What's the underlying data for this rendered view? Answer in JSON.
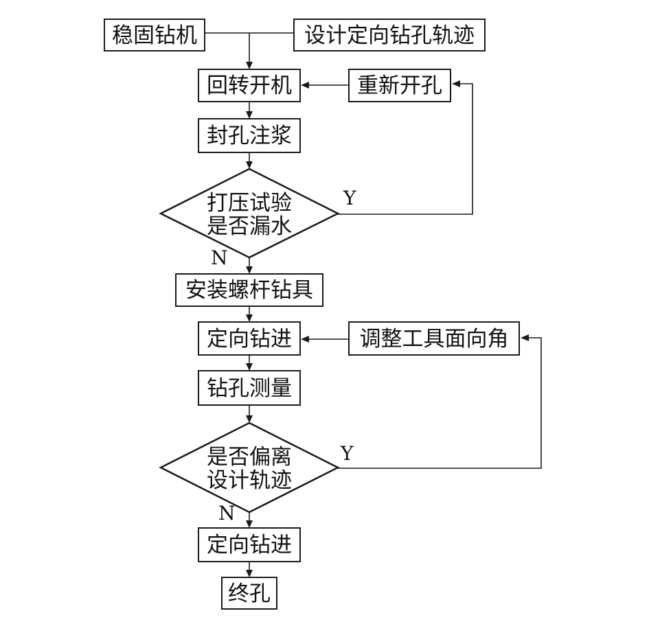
{
  "nodes": {
    "stabilize": "稳固钻机",
    "design": "设计定向钻孔轨迹",
    "rotary": "回转开机",
    "reopen": "重新开孔",
    "seal": "封孔注浆",
    "pressure_line1": "打压试验",
    "pressure_line2": "是否漏水",
    "install": "安装螺杆钻具",
    "directional1": "定向钻进",
    "adjust": "调整工具面向角",
    "survey": "钻孔测量",
    "deviate_line1": "是否偏离",
    "deviate_line2": "设计轨迹",
    "directional2": "定向钻进",
    "end": "终孔"
  },
  "labels": {
    "yes1": "Y",
    "no1": "N",
    "yes2": "Y",
    "no2": "N"
  }
}
